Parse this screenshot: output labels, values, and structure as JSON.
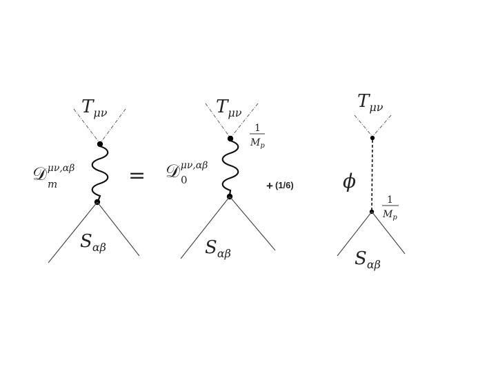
{
  "labels": {
    "tensor_source": "T",
    "tensor_source_sub": "μν",
    "scalar_source": "S",
    "scalar_source_sub": "αβ",
    "propagator_massive": "𝒟",
    "propagator_massive_sub": "m",
    "propagator_massless": "𝒟",
    "propagator_massless_sub": "0",
    "propagator_sup": "μν,αβ",
    "equals": "=",
    "plus": "+",
    "coefficient": "(1/6)",
    "coupling_num": "1",
    "coupling_den": "M",
    "coupling_den_sub": "p",
    "scalar_field": "ϕ"
  },
  "colors": {
    "line": "#4a4a4a",
    "text": "#222222",
    "propagator": "#111111"
  }
}
